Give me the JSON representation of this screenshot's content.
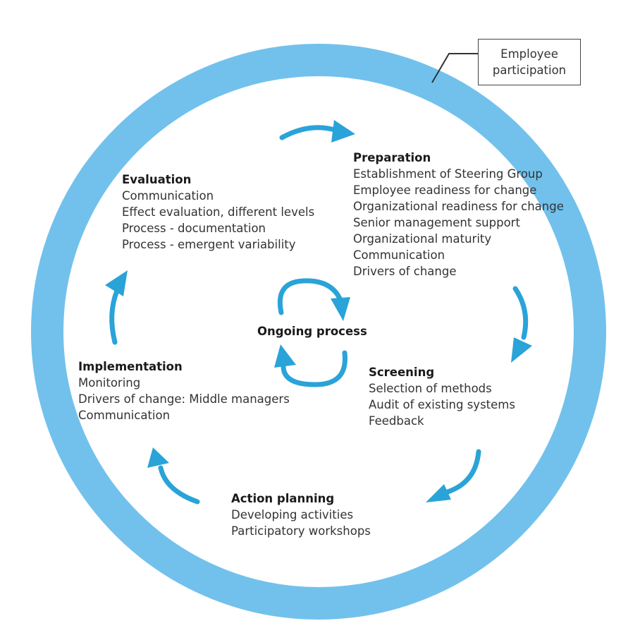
{
  "colors": {
    "ring": "#72c1ec",
    "arrow": "#2aa3d8",
    "text": "#2b2b2b",
    "callout_border": "#444444"
  },
  "ring_label": {
    "line1": "Employee",
    "line2": "participation"
  },
  "center": {
    "label": "Ongoing process"
  },
  "phases": {
    "preparation": {
      "title": "Preparation",
      "items": [
        "Establishment of Steering Group",
        "Employee readiness for change",
        "Organizational readiness for change",
        "Senior management support",
        "Organizational maturity",
        "Communication",
        "Drivers of change"
      ]
    },
    "screening": {
      "title": "Screening",
      "items": [
        "Selection of methods",
        "Audit of existing systems",
        "Feedback"
      ]
    },
    "action_planning": {
      "title": "Action planning",
      "items": [
        "Developing activities",
        "Participatory workshops"
      ]
    },
    "implementation": {
      "title": "Implementation",
      "items": [
        "Monitoring",
        "Drivers of change: Middle managers",
        "Communication"
      ]
    },
    "evaluation": {
      "title": "Evaluation",
      "items": [
        "Communication",
        "Effect evaluation, different levels",
        "Process - documentation",
        "Process - emergent variability"
      ]
    }
  }
}
